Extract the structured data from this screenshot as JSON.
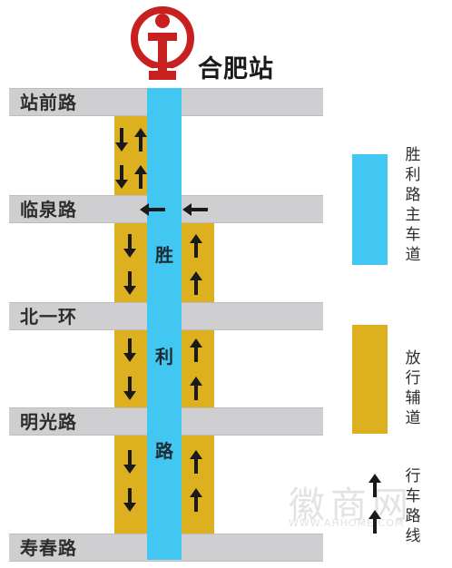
{
  "station": {
    "name": "合肥站",
    "logo_icon": "china-railway-logo-icon",
    "logo_color": "#c8201e"
  },
  "main_road": {
    "chars": [
      "胜",
      "利",
      "路"
    ],
    "color": "#41c7f2"
  },
  "roads": [
    {
      "id": "zhanqian",
      "label": "站前路"
    },
    {
      "id": "linquan",
      "label": "临泉路"
    },
    {
      "id": "beiyihuan",
      "label": "北一环"
    },
    {
      "id": "mingguang",
      "label": "明光路"
    },
    {
      "id": "shouchun",
      "label": "寿春路"
    }
  ],
  "colors": {
    "main_road": "#41c7f2",
    "auxiliary_road": "#ddb020",
    "cross_road": "#cfcfd1",
    "arrow": "#1a1a1a"
  },
  "legend": [
    {
      "swatch": "main-road",
      "color": "#41c7f2",
      "label": "胜利路主车道"
    },
    {
      "swatch": "auxiliary-road",
      "color": "#ddb020",
      "label": "放行辅道"
    },
    {
      "swatch": "direction-arrow",
      "icon": "up-arrow-icon",
      "label": "行车路线"
    }
  ],
  "watermark": {
    "text": "徽商网",
    "url": "WWW.AHHOME.COM"
  }
}
